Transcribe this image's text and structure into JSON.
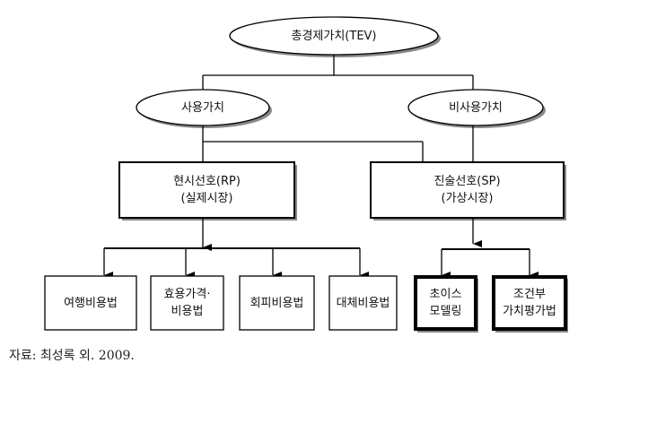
{
  "root": {
    "label": "총경제가치(TEV)"
  },
  "use_value": {
    "label": "사용가치"
  },
  "non_use_value": {
    "label": "비사용가치"
  },
  "rp": {
    "line1": "현시선호(RP)",
    "line2": "(실제시장)"
  },
  "sp": {
    "line1": "진술선호(SP)",
    "line2": "(가상시장)"
  },
  "methods": [
    {
      "line1": "여행비용법"
    },
    {
      "line1": "효용가격·",
      "line2": "비용법"
    },
    {
      "line1": "회피비용법"
    },
    {
      "line1": "대체비용법"
    },
    {
      "line1": "초이스",
      "line2": "모델링"
    },
    {
      "line1": "조건부",
      "line2": "가치평가법"
    }
  ],
  "caption": "자료: 최성록 외. 2009."
}
